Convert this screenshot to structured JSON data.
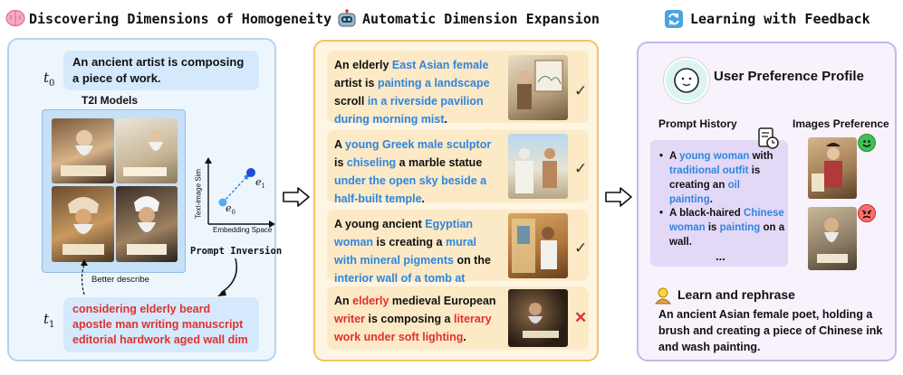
{
  "panel1": {
    "title": "Discovering Dimensions of Homogeneity",
    "t0_label": "t",
    "t0_sub": "0",
    "prompt0": "An ancient artist is composing a piece of work.",
    "models_label": "T2I Models",
    "axis_y": "Text-image Sim",
    "axis_x": "Embedding Space",
    "e0": "e",
    "e0_sub": "0",
    "e1": "e",
    "e1_sub": "1",
    "inversion_label": "Prompt Inversion",
    "better_label": "Better describe",
    "t1_label": "t",
    "t1_sub": "1",
    "prompt1": "considering elderly beard apostle man writing manuscript editorial hardwork aged wall dim"
  },
  "panel2": {
    "title": "Automatic Dimension Expansion",
    "cards": [
      {
        "segments": [
          {
            "t": "An elderly ",
            "c": "plain"
          },
          {
            "t": "East Asian female",
            "c": "blue"
          },
          {
            "t": " artist is ",
            "c": "plain"
          },
          {
            "t": "painting a landscape",
            "c": "blue"
          },
          {
            "t": " scroll ",
            "c": "plain"
          },
          {
            "t": "in a riverside pavilion during morning mist",
            "c": "blue"
          },
          {
            "t": ".",
            "c": "plain"
          }
        ],
        "mark": "✓"
      },
      {
        "segments": [
          {
            "t": "A ",
            "c": "plain"
          },
          {
            "t": "young Greek male sculptor",
            "c": "blue"
          },
          {
            "t": " is ",
            "c": "plain"
          },
          {
            "t": "chiseling",
            "c": "blue"
          },
          {
            "t": " a marble statue ",
            "c": "plain"
          },
          {
            "t": "under the open sky beside a half-built temple",
            "c": "blue"
          },
          {
            "t": ".",
            "c": "plain"
          }
        ],
        "mark": "✓"
      },
      {
        "segments": [
          {
            "t": "A young ancient ",
            "c": "plain"
          },
          {
            "t": "Egyptian woman",
            "c": "blue"
          },
          {
            "t": " is creating a ",
            "c": "plain"
          },
          {
            "t": "mural with mineral pigments",
            "c": "blue"
          },
          {
            "t": " on the ",
            "c": "plain"
          },
          {
            "t": "interior wall of a tomb at midday",
            "c": "blue"
          },
          {
            "t": ".",
            "c": "plain"
          }
        ],
        "mark": "✓"
      },
      {
        "segments": [
          {
            "t": "An ",
            "c": "plain"
          },
          {
            "t": "elderly",
            "c": "red"
          },
          {
            "t": " medieval European ",
            "c": "plain"
          },
          {
            "t": "writer",
            "c": "red"
          },
          {
            "t": " is composing a ",
            "c": "plain"
          },
          {
            "t": "literary work under soft lighting",
            "c": "red"
          },
          {
            "t": ".",
            "c": "plain"
          }
        ],
        "mark": "✕"
      }
    ]
  },
  "panel3": {
    "title": "Learning with Feedback",
    "profile_title": "User Preference Profile",
    "history_label": "Prompt History",
    "images_label": "Images Preference",
    "history": [
      [
        {
          "t": "A ",
          "c": "plain"
        },
        {
          "t": "young woman",
          "c": "blue"
        },
        {
          "t": " with ",
          "c": "plain"
        },
        {
          "t": "traditional outfit",
          "c": "blue"
        },
        {
          "t": " is creating an ",
          "c": "plain"
        },
        {
          "t": "oil painting",
          "c": "blue"
        },
        {
          "t": ".",
          "c": "plain"
        }
      ],
      [
        {
          "t": "A black-haired ",
          "c": "plain"
        },
        {
          "t": "Chinese woman",
          "c": "blue"
        },
        {
          "t": " is ",
          "c": "plain"
        },
        {
          "t": "painting",
          "c": "blue"
        },
        {
          "t": " on a wall.",
          "c": "plain"
        }
      ]
    ],
    "ellipsis": "...",
    "learn_title": "Learn and rephrase",
    "learn_text": "An ancient Asian female poet, holding a brush and creating a piece of Chinese ink and wash painting."
  },
  "colors": {
    "blue": "#2e86de",
    "red": "#e03131",
    "check": "#333333",
    "cross": "#e03131"
  }
}
